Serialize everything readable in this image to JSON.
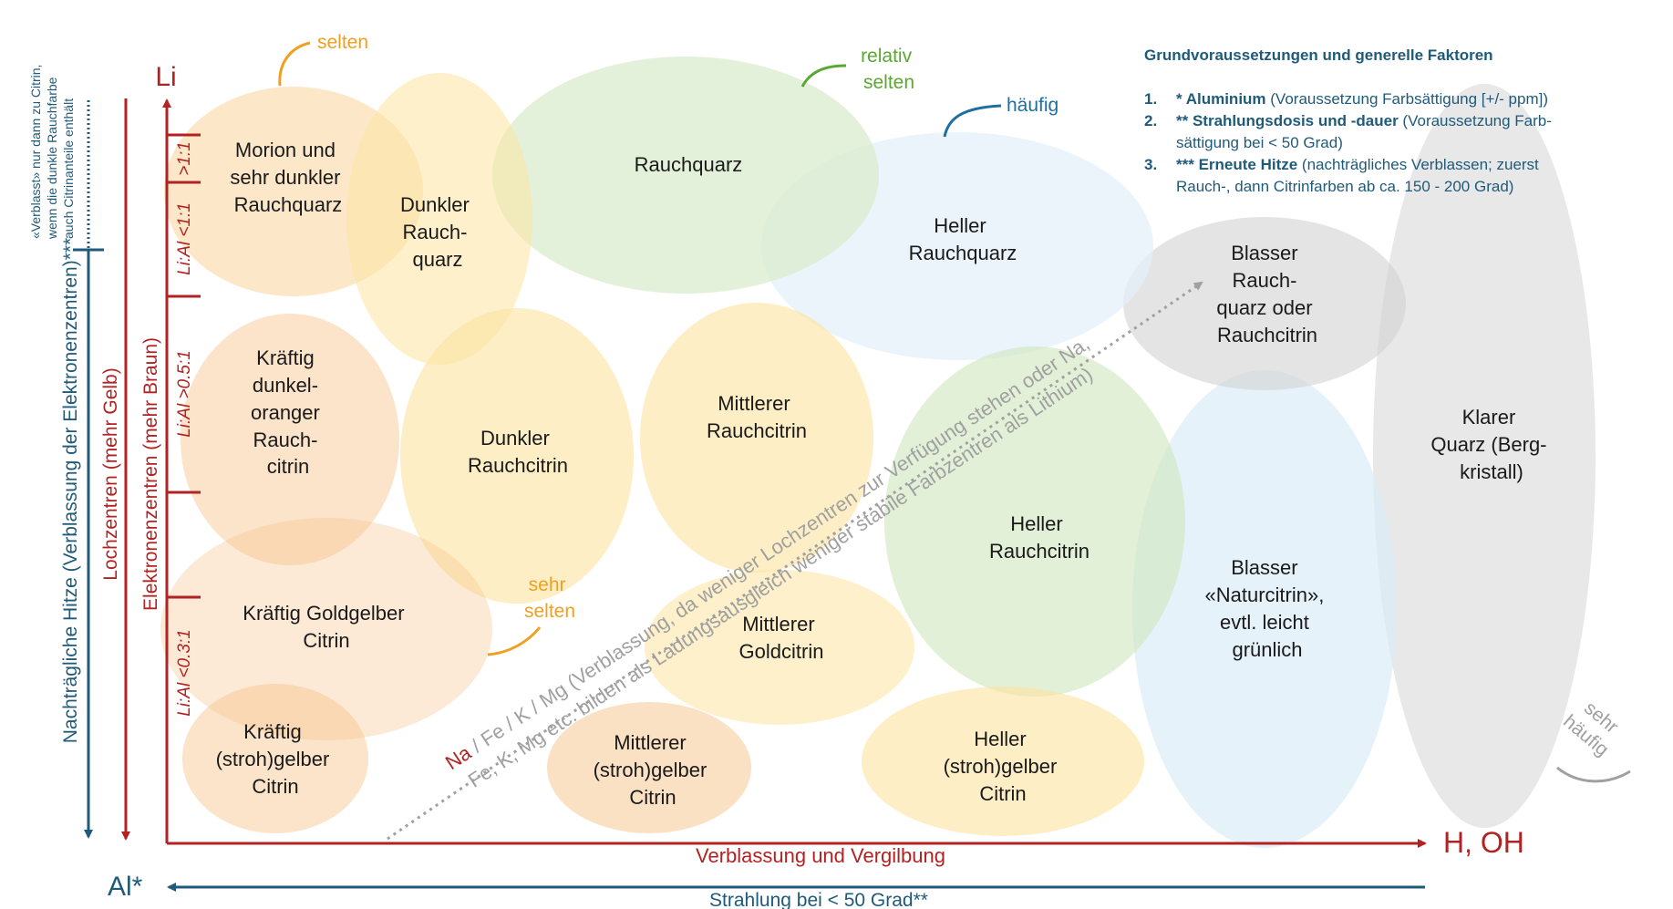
{
  "axes": {
    "li_label": "Li",
    "h_oh_label": "H, OH",
    "al_label": "Al*",
    "x_axis_label": "Verblassung und Vergilbung",
    "bottom_axis_label": "Strahlung bei < 50 Grad**",
    "left_heat_label": "Nachträgliche Hitze (Verblassung der Elektronenzentren)***",
    "left_heat_note_lines": [
      "«Verblasst» nur dann zu Citrin,",
      "wenn die dunkle Rauchfarbe",
      "auch Citrinanteile enthält"
    ],
    "hole_centers_label": "Lochzentren (mehr Gelb)",
    "electron_centers_label": "Elektronenzentren (mehr Braun)"
  },
  "ratios": {
    "r1": ">1:1",
    "r2": "Li:Al <1:1",
    "r3": "Li:Al >0.5:1",
    "r4": "Li:Al <0.3:1"
  },
  "frequency": {
    "selten": "selten",
    "relativ_selten": [
      "relativ",
      "selten"
    ],
    "haeufig": "häufig",
    "sehr_selten": [
      "sehr",
      "selten"
    ],
    "sehr_haeufig": [
      "sehr",
      "häufig"
    ]
  },
  "diagonal": {
    "line1_prefix": "Na",
    "line1_rest": " / Fe / K / Mg (Verblassung, da weniger Lochzentren zur Verfügung stehen oder Na,",
    "line2": "Fe, K, Mg etc. bilden als Ladungsausgleich weniger stabile Farbzentren als Lithium)"
  },
  "varieties": {
    "morion": [
      "Morion und",
      "sehr dunkler",
      "Rauchquarz"
    ],
    "dunkler_rauchquarz": [
      "Dunkler",
      "Rauch-",
      "quarz"
    ],
    "rauchquarz": [
      "Rauchquarz"
    ],
    "heller_rauchquarz": [
      "Heller",
      "Rauchquarz"
    ],
    "blasser_rauchquarz": [
      "Blasser",
      "Rauch-",
      "quarz oder",
      "Rauchcitrin"
    ],
    "kraeftig_dunkelorange": [
      "Kräftig",
      "dunkel-",
      "oranger",
      "Rauch-",
      "citrin"
    ],
    "dunkler_rauchcitrin": [
      "Dunkler",
      "Rauchcitrin"
    ],
    "mittlerer_rauchcitrin": [
      "Mittlerer",
      "Rauchcitrin"
    ],
    "heller_rauchcitrin": [
      "Heller",
      "Rauchcitrin"
    ],
    "klarer_quarz": [
      "Klarer",
      "Quarz (Berg-",
      "kristall)"
    ],
    "kraeftig_goldgelb": [
      "Kräftig Goldgelber",
      "Citrin"
    ],
    "mittlerer_goldcitrin": [
      "Mittlerer",
      "Goldcitrin"
    ],
    "blasser_naturcitrin": [
      "Blasser",
      "«Naturcitrin»,",
      "evtl. leicht",
      "grünlich"
    ],
    "kraeftig_strohgelb": [
      "Kräftig",
      "(stroh)gelber",
      "Citrin"
    ],
    "mittlerer_strohgelb": [
      "Mittlerer",
      "(stroh)gelber",
      "Citrin"
    ],
    "heller_strohgelb": [
      "Heller",
      "(stroh)gelber",
      "Citrin"
    ]
  },
  "notes": {
    "title": "Grundvoraussetzungen und generelle Faktoren",
    "items": [
      {
        "num": "1.",
        "bold": "* Aluminium",
        "text": " (Voraussetzung Farbsättigung [+/- ppm])",
        "cont": ""
      },
      {
        "num": "2.",
        "bold": "** Strahlungsdosis und -dauer",
        "text": " (Voraussetzung Farb-",
        "cont": "sättigung bei < 50 Grad)"
      },
      {
        "num": "3.",
        "bold": "*** Erneute Hitze",
        "text": " (nachträgliches Verblassen; zuerst",
        "cont": "Rauch-, dann Citrinfarben ab ca. 150 - 200 Grad)"
      }
    ]
  },
  "colors": {
    "red": "#b22222",
    "blue": "#1e5a7a",
    "orange": "#f0a020",
    "green": "#5aa832",
    "grey": "#a0a0a0",
    "ellipse_orange": "#f7c48a",
    "ellipse_yellow": "#fce3a0",
    "ellipse_green": "#cfe6bd",
    "ellipse_lightblue": "#dcecf6",
    "ellipse_grey": "#d6d6d6"
  }
}
